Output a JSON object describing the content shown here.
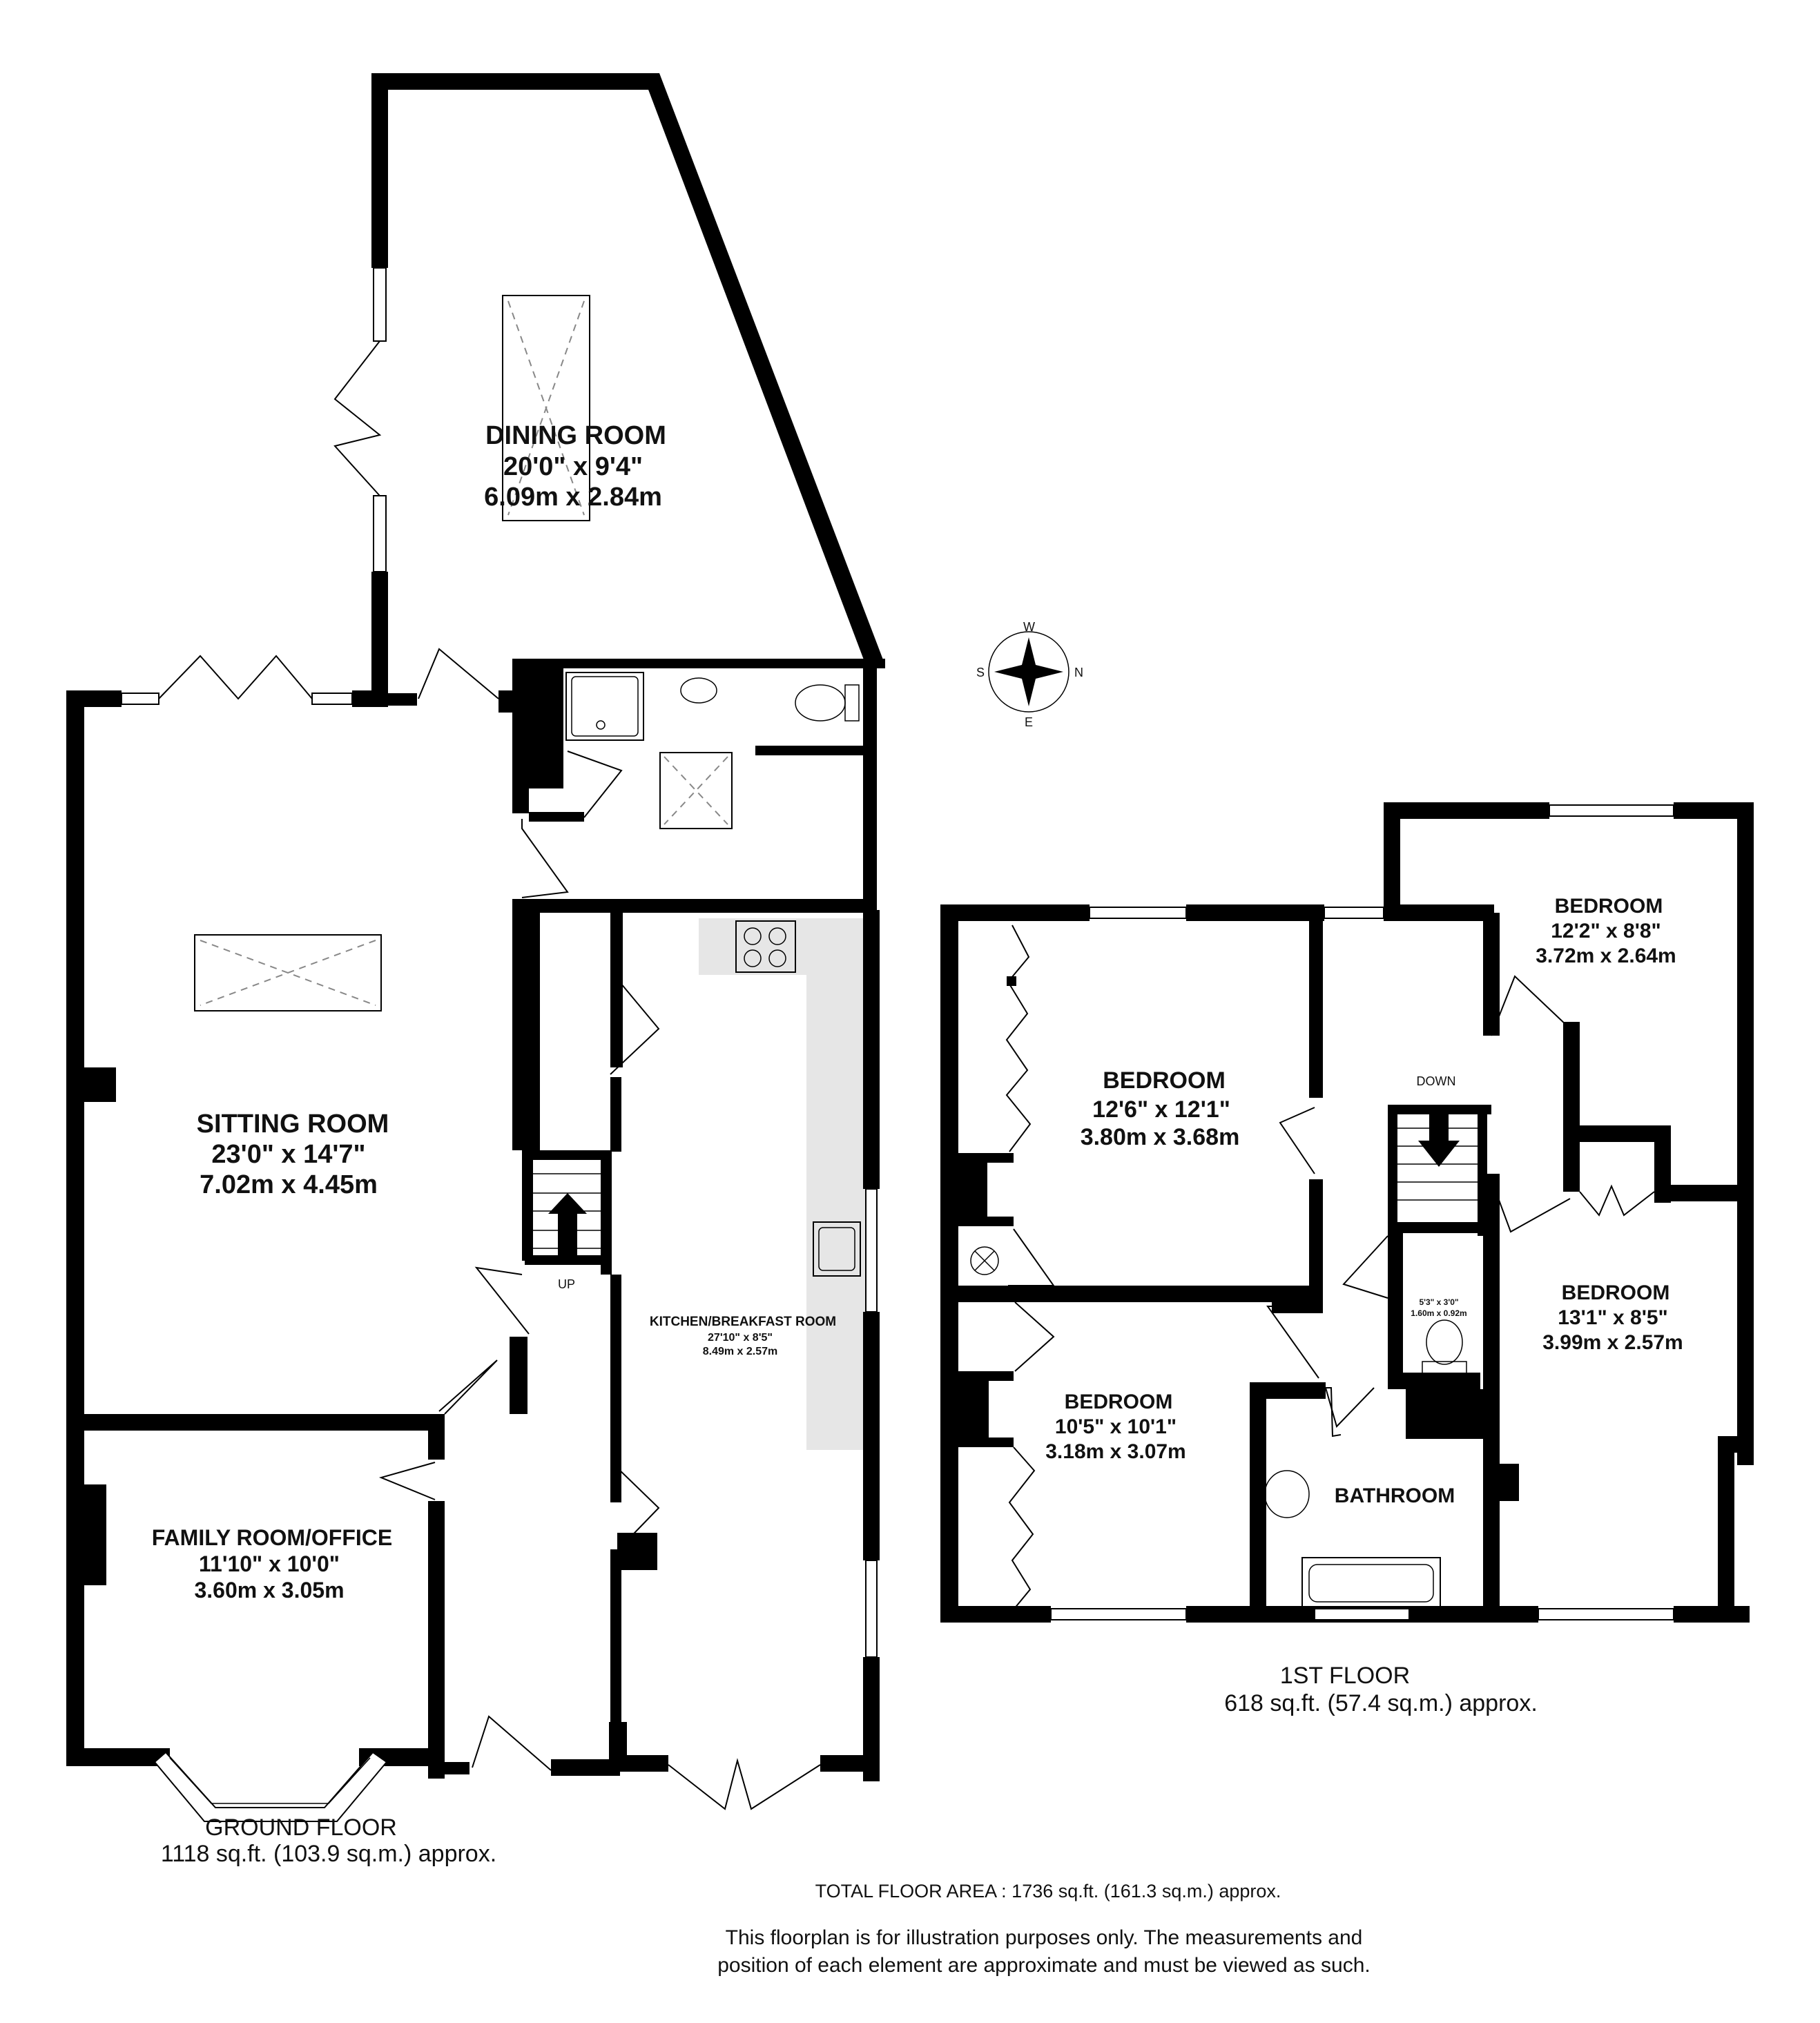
{
  "ground_floor": {
    "label": "GROUND FLOOR",
    "area": "1118 sq.ft. (103.9 sq.m.) approx.",
    "stair_label": "UP",
    "rooms": {
      "dining": {
        "name": "DINING ROOM",
        "imperial": "20'0\"  x 9'4\"",
        "metric": "6.09m  x 2.84m"
      },
      "sitting": {
        "name": "SITTING ROOM",
        "imperial": "23'0\"  x 14'7\"",
        "metric": "7.02m  x 4.45m"
      },
      "family": {
        "name": "FAMILY ROOM/OFFICE",
        "imperial": "11'10\"  x 10'0\"",
        "metric": "3.60m  x 3.05m"
      },
      "kitchen": {
        "name": "KITCHEN/BREAKFAST ROOM",
        "imperial": "27'10\"  x 8'5\"",
        "metric": "8.49m  x 2.57m"
      }
    }
  },
  "first_floor": {
    "label": "1ST FLOOR",
    "area": "618 sq.ft. (57.4 sq.m.) approx.",
    "stair_label": "DOWN",
    "rooms": {
      "bed1": {
        "name": "BEDROOM",
        "imperial": "12'6\"  x 12'1\"",
        "metric": "3.80m  x 3.68m"
      },
      "bed2": {
        "name": "BEDROOM",
        "imperial": "12'2\"  x 8'8\"",
        "metric": "3.72m  x 2.64m"
      },
      "bed3": {
        "name": "BEDROOM",
        "imperial": "10'5\"  x 10'1\"",
        "metric": "3.18m  x 3.07m"
      },
      "bed4": {
        "name": "BEDROOM",
        "imperial": "13'1\"  x 8'5\"",
        "metric": "3.99m  x 2.57m"
      },
      "bathroom": {
        "name": "BATHROOM"
      },
      "wc": {
        "imperial": "5'3\"  x 3'0\"",
        "metric": "1.60m  x 0.92m"
      }
    }
  },
  "compass": {
    "n": "N",
    "e": "E",
    "s": "S",
    "w": "W"
  },
  "total_area": "TOTAL FLOOR AREA : 1736 sq.ft. (161.3 sq.m.) approx.",
  "disclaimer": [
    "This floorplan is for illustration purposes only. The measurements and",
    "position of each element are approximate and must be viewed as such."
  ],
  "colors": {
    "wall": "#000000",
    "worktop": "#e6e6e6",
    "rooflight": "#888888"
  },
  "icons": [
    "compass-rose-icon",
    "hob-icon",
    "sink-icon",
    "toilet-icon",
    "basin-icon",
    "bath-icon",
    "boiler-icon",
    "stair-arrow-icon"
  ]
}
